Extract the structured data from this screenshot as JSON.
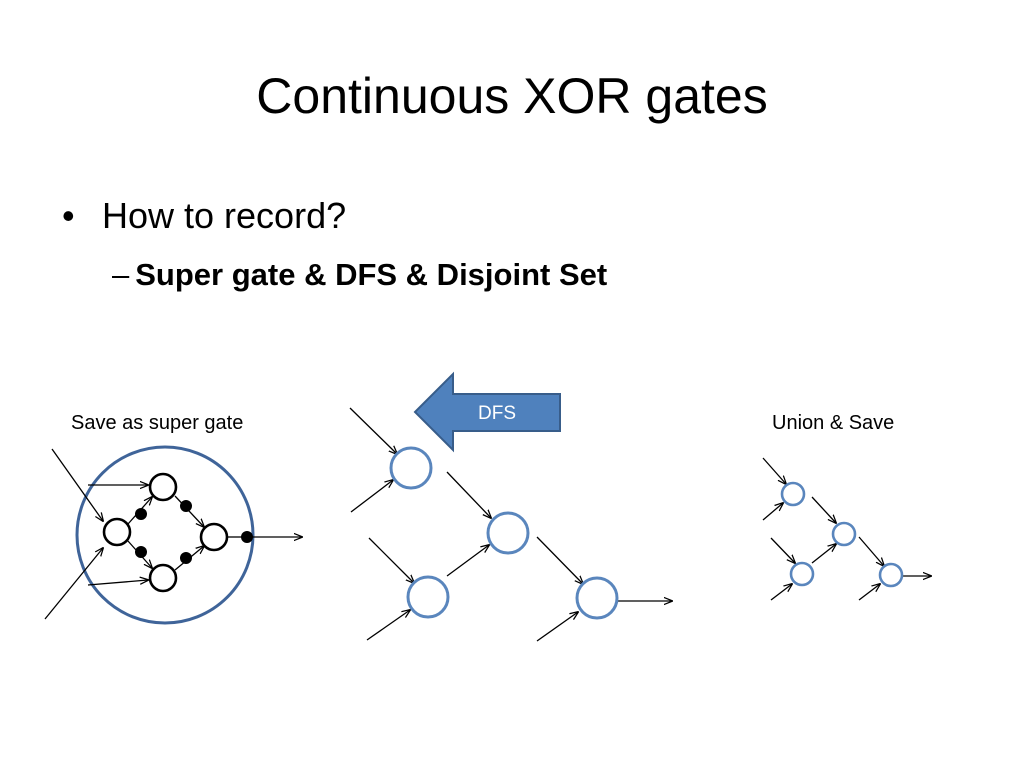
{
  "title": "Continuous XOR gates",
  "bullets": [
    {
      "marker": "•",
      "text": "How to record?",
      "sub": {
        "marker": "–",
        "text": "Super gate & DFS & Disjoint Set"
      }
    }
  ],
  "diagram": {
    "left_caption": "Save as super gate",
    "arrow_label": "DFS",
    "right_caption": "Union & Save"
  },
  "colors": {
    "node_stroke": "#5a86bd",
    "super_gate_stroke": "#3f6499",
    "arrow_fill": "#4f81bd",
    "arrow_stroke": "#385d8a",
    "arrow_text": "#ffffff"
  }
}
